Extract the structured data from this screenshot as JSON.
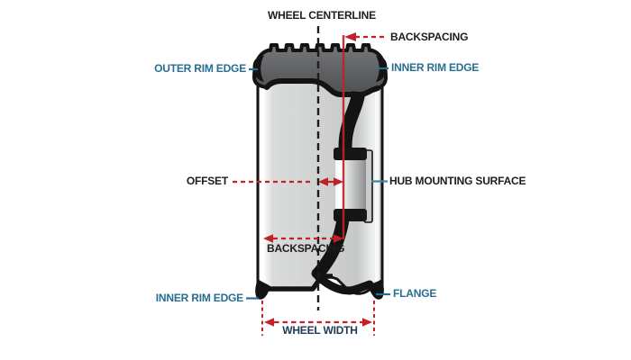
{
  "diagram": {
    "labels": {
      "wheel_centerline": "WHEEL CENTERLINE",
      "backspacing_top": "BACKSPACING",
      "outer_rim_edge": "OUTER RIM EDGE",
      "inner_rim_edge_top": "INNER RIM EDGE",
      "offset": "OFFSET",
      "hub_mounting_surface": "HUB MOUNTING SURFACE",
      "backspacing_inner": "BACKSPACING",
      "inner_rim_edge_bottom": "INNER RIM EDGE",
      "flange": "FLANGE",
      "wheel_width": "WHEEL WIDTH"
    },
    "colors": {
      "background": "#ffffff",
      "label_black": "#1d1d1b",
      "label_teal": "#266e92",
      "label_navy": "#1e3a52",
      "measure_red": "#c32127",
      "hub_leader_blue": "#4484a9",
      "wheel_outline": "#131313"
    }
  }
}
